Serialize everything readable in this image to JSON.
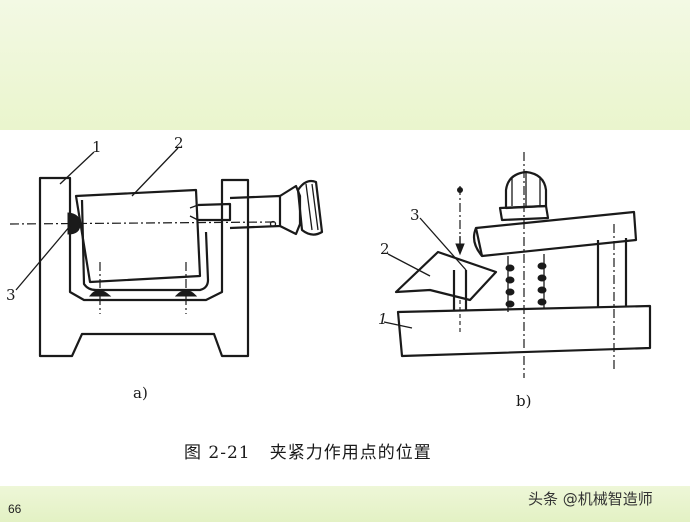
{
  "slide": {
    "page_number": "66",
    "watermark": "头条 @机械智造师"
  },
  "figure": {
    "caption": "图 2-21   夹紧力作用点的位置",
    "panel_a": {
      "sublabel": "a)",
      "callouts": [
        "1",
        "2",
        "3"
      ]
    },
    "panel_b": {
      "sublabel": "b)",
      "callouts": [
        "1",
        "2",
        "3"
      ]
    }
  }
}
